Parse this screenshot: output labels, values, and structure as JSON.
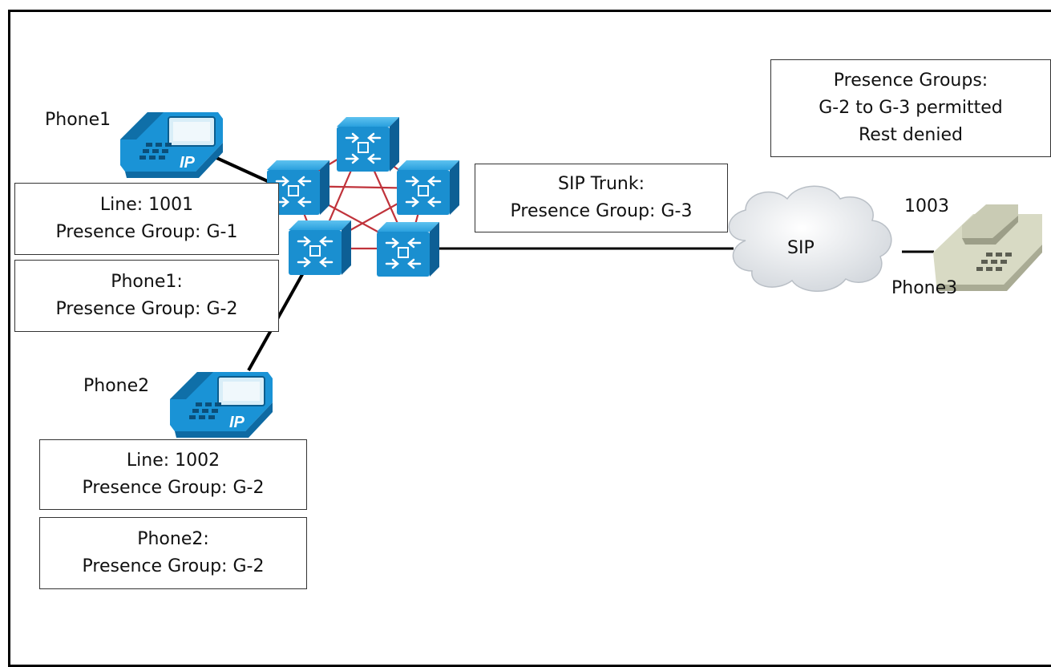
{
  "phones": {
    "phone1": {
      "name": "Phone1"
    },
    "phone2": {
      "name": "Phone2"
    },
    "phone3": {
      "name": "Phone3",
      "number": "1003"
    }
  },
  "boxes": {
    "presence_groups": {
      "line1": "Presence Groups:",
      "line2": "G-2 to G-3 permitted",
      "line3": "Rest denied"
    },
    "sip_trunk": {
      "line1": "SIP Trunk:",
      "line2": "Presence Group: G-3"
    },
    "line_1001": {
      "line1": "Line: 1001",
      "line2": "Presence Group: G-1"
    },
    "phone1_group": {
      "line1": "Phone1:",
      "line2": "Presence Group: G-2"
    },
    "line_1002": {
      "line1": "Line: 1002",
      "line2": "Presence Group: G-2"
    },
    "phone2_group": {
      "line1": "Phone2:",
      "line2": "Presence Group: G-2"
    }
  },
  "cloud": {
    "label": "SIP"
  },
  "icon_text": {
    "ip": "IP"
  },
  "colors": {
    "router": "#1a8fd0",
    "router_dark": "#0d5f95",
    "mesh_link": "#c0333b",
    "phone_ip": "#1a93d6",
    "phone_analog": "#d8dac4",
    "cloud": "#e3e6ea"
  }
}
